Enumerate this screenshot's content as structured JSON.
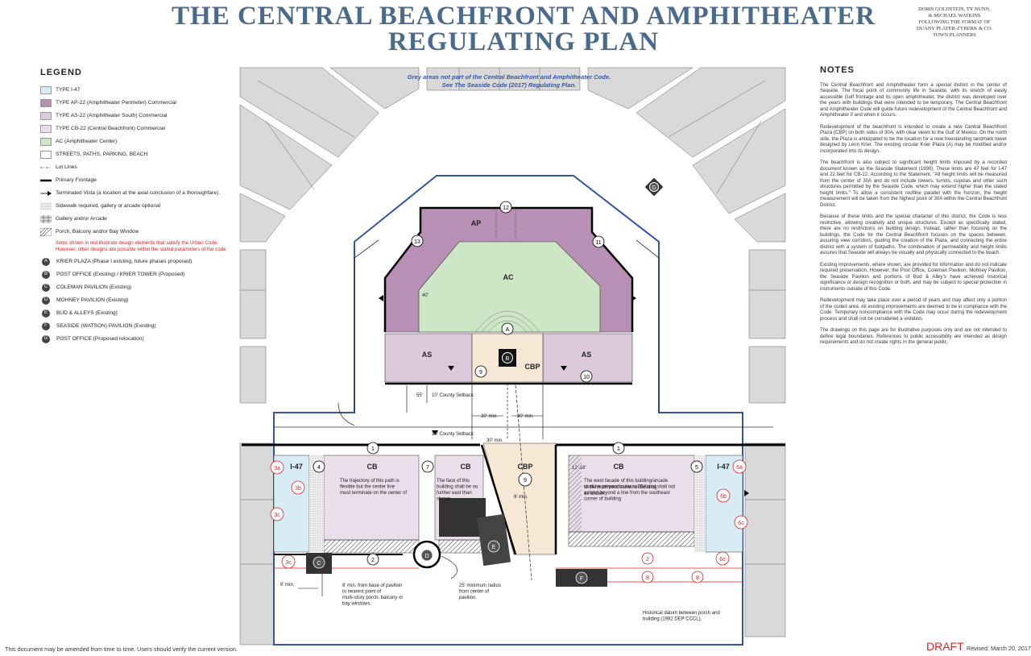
{
  "title": {
    "line1": "THE CENTRAL BEACHFRONT AND AMPHITHEATER",
    "line2": "REGULATING PLAN"
  },
  "credits": [
    "DORIS GOLDSTEIN, TY NUNN,",
    "& MICHAEL WATKINS",
    "FOLLOWING THE FORMAT OF",
    "DUANY PLATER-ZYBERK & CO.",
    "TOWN PLANNERS"
  ],
  "legend": {
    "heading": "LEGEND",
    "zones": [
      {
        "label": "TYPE I-47",
        "color": "#d7ecf5"
      },
      {
        "label": "TYPE AP-22 (Amphitheater Perimeter) Commercial",
        "color": "#b890b6"
      },
      {
        "label": "TYPE AS-22 (Amphitheater South) Commercial",
        "color": "#dcc9dc"
      },
      {
        "label": "TYPE CB-22 (Central Beachfront) Commercial",
        "color": "#e9deea"
      },
      {
        "label": "AC (Amphitheater Center)",
        "color": "#cde6c6"
      },
      {
        "label": "STREETS, PATHS, PARKING, BEACH",
        "color": "#ffffff"
      }
    ],
    "lines": [
      {
        "label": "Lot Lines"
      },
      {
        "label": "Primary Frontage"
      },
      {
        "label": "Terminated Vista (a location at the axial conclusion of a thoroughfare)."
      },
      {
        "label": "Sidewalk required, gallery or arcade optional"
      },
      {
        "label": "Gallery and/or Arcade"
      },
      {
        "label": "Porch, Balcony and/or Bay Window"
      }
    ],
    "note": "Items shown in red illustrate design elements that satisfy the Urban Code. However, other designs are possible within the stated parameters of the code.",
    "places": [
      {
        "key": "A",
        "label": "KRIER PLAZA (Phase I existing, future phases proposed)"
      },
      {
        "key": "B",
        "label": "POST OFFICE (Existing) / KRIER TOWER (Proposed)"
      },
      {
        "key": "C",
        "label": "COLEMAN PAVILION (Existing)"
      },
      {
        "key": "D",
        "label": "MOHNEY PAVILION (Existing)"
      },
      {
        "key": "E",
        "label": "BUD & ALLEYS (Existing)"
      },
      {
        "key": "F",
        "label": "SEASIDE (WATSON) PAVILION (Existing)"
      },
      {
        "key": "G",
        "label": "POST OFFICE (Proposed relocation)"
      }
    ]
  },
  "notes": {
    "heading": "NOTES",
    "paragraphs": [
      "The Central Beachfront and Amphitheater form a special district in the center of Seaside. The focal point of community life in Seaside, with its stretch of easily accessible Gulf frontage and its open amphitheater, the district was developed over the years with buildings that were intended to be temporary. The Central Beachfront and Amphitheater Code will guide future redevelopment of the Central Beachfront and Amphitheater if and when it occurs.",
      "Redevelopment of the beachfront is intended to create a new Central Beachfront Plaza (CBP) on both sides of 30A, with clear views to the Gulf of Mexico. On the north side, the Plaza is anticipated to be the location for a new freestanding landmark tower designed by Léon Krier. The existing circular Krier Plaza (A) may be modified and/or incorporated into its design.",
      "The beachfront is also subject to significant height limits imposed by a recorded document known as the Seaside Statement (1990). These limits are 47 feet for I-47 and 22 feet for CB-22. According to the Statement, \"All height limits will be measured from the center of 30A and do not include towers, turrets, cupolas and other such structures permitted by the Seaside Code, which may extend higher than the stated height limits.\" To allow a consistent roofline parallel with the horizon, the height measurement will be taken from the highest point of 30A within the Central Beachfront District.",
      "Because of these limits and the special character of this district, the Code is less restrictive, allowing creativity and unique structures. Except as specifically stated, there are no restrictions on building design. Instead, rather than focusing on the buildings, the Code for the Central Beachfront focuses on the spaces between, assuring view corridors, guiding the creation of the Plaza, and connecting the entire district with a system of footpaths. The combination of permeability and height limits assures that Seaside will always be visually and physically connected to the beach.",
      "Existing improvements, where shown, are provided for information and do not indicate required preservation. However, the Post Office, Coleman Pavilion, Mohney Pavilion, the Seaside Pavilion and portions of Bud & Alley's have achieved historical significance or design recognition or both, and may be subject to special protection in instruments outside of this Code.",
      "Redevelopment may take place over a period of years and may affect only a portion of the coded area. All existing improvements are deemed to be in compliance with the Code. Temporary noncompliance with the Code may occur during the redevelopment process and shall not be considered a violation.",
      "The drawings on this page are for illustrative purposes only and are not intended to define legal boundaries. References to public accessibility are intended as design requirements and do not create rights in the general public."
    ]
  },
  "plan": {
    "grey_note_1": "Grey areas not part of the Central Beachfront and Amphitheater Code.",
    "grey_note_2": "See The Seaside Code (2017) Regulating Plan.",
    "zone_labels": {
      "ap": "AP",
      "ac": "AC",
      "as_left": "AS",
      "as_right": "AS",
      "cbp_top": "CBP",
      "cbp_bottom": "CBP",
      "cb1": "CB",
      "cb2": "CB",
      "cb3": "CB",
      "i47_left": "I-47",
      "i47_right": "I-47"
    },
    "markers": {
      "n1": "1",
      "n2": "2",
      "n3a": "3a",
      "n3b": "3b",
      "n3c": "3c",
      "n4": "4",
      "n5": "5",
      "n6a": "6a",
      "n6b": "6b",
      "n6c": "6c",
      "n7": "7",
      "n8": "8",
      "n9": "9",
      "n10": "10",
      "n11": "11",
      "n12": "12",
      "n13": "13"
    },
    "places": {
      "a": "A",
      "b": "B",
      "c": "C",
      "d": "D",
      "e": "E",
      "f": "F",
      "g": "G"
    },
    "dims": {
      "d40": "40'",
      "d55": "55'",
      "county_setback": "10' County Setback",
      "thirty_min": "30' min.",
      "six_min": "6' min.",
      "twelve_sixteen": "12'-16'",
      "eight_min": "8' min."
    },
    "annotations": {
      "trajectory": "The trajectory of this path is flexible but the center line must terminate on the center of",
      "face": "The face of this building shall be no further east than shown.",
      "west_facade": "The west facade of this building/arcade shall be perpendicular to 30A and shall not extend beyond a line from the southeast corner of building",
      "west_facade_2": "to the northwest corner of building",
      "west_facade_3": "as shown.",
      "base_pavilion": "8' min. from base of pavilion to nearest point of multi-story porch, balcony or bay windows.",
      "radius": "25' minimum radius from center of pavilion.",
      "datum": "Historical datum between porch and building (1982 DEP CCCL)."
    }
  },
  "colors": {
    "title": "#4a6a8c",
    "boundary": "#3355a8",
    "grey": "#d9d9d9",
    "red": "#d22"
  },
  "footer": {
    "amend": "This document may be amended from time to time.  Users should verify the current version.",
    "draft": "DRAFT",
    "revised": "Revised:  March 20, 2017"
  }
}
